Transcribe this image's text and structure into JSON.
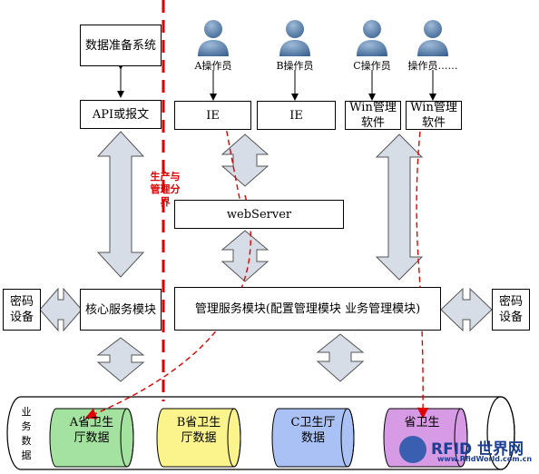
{
  "left": {
    "data_prep": "数据准备系统",
    "api": "API或报文",
    "core": "核心服务模块",
    "enc_left": "密码设备"
  },
  "users": [
    {
      "label": "A操作员"
    },
    {
      "label": "B操作员"
    },
    {
      "label": "C操作员"
    },
    {
      "label": "操作员……"
    }
  ],
  "clients": [
    "IE",
    "IE",
    "Win管理软件",
    "Win管理软件"
  ],
  "boundary": "生产与管理分界",
  "web_server": "webServer",
  "mgmt": "管理服务模块(配置管理模块  业务管理模块)",
  "enc_right": "密码设备",
  "db_label": "业务数据",
  "cylinders": [
    {
      "label": "A省卫生厅数据",
      "color": "#a4e2a0"
    },
    {
      "label": "B省卫生厅数据",
      "color": "#fbf48c"
    },
    {
      "label": "C卫生厅数据",
      "color": "#a9c1f4"
    },
    {
      "label": "省卫生",
      "color": "#d69be4"
    }
  ],
  "watermark": {
    "main": "RFID 世界网",
    "sub": "www.RfidWorld.com.cn"
  },
  "colors": {
    "arrow_fill": "#d7dde7",
    "person": "#5b7faa",
    "boundary": "#e00000"
  }
}
